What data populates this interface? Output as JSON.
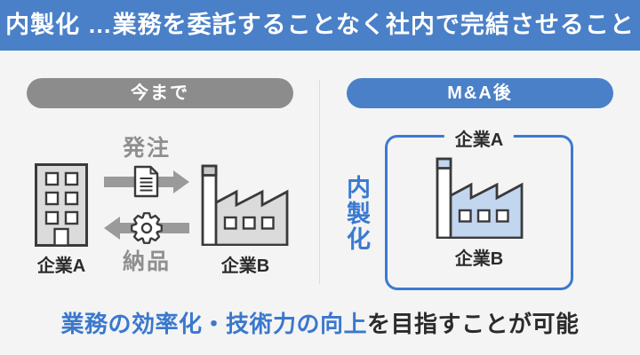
{
  "header": {
    "title": "内製化 …業務を委託することなく社内で完結させること"
  },
  "left_panel": {
    "pill_label": "今まで",
    "company_a_label": "企業A",
    "company_b_label": "企業B",
    "order_label": "発注",
    "delivery_label": "納品",
    "icons": [
      "office-building-icon",
      "order-arrow-right",
      "document-icon",
      "delivery-arrow-left",
      "gear-icon",
      "factory-icon"
    ]
  },
  "right_panel": {
    "pill_label": "M&A後",
    "vertical_label": "内製化",
    "box_top_label": "企業A",
    "box_bottom_label": "企業B",
    "icons": [
      "factory-icon"
    ]
  },
  "footer": {
    "highlight_text": "業務の効率化・技術力の向上",
    "normal_text": "を目指すことが可能"
  },
  "colors": {
    "header_bg": "#4a80c8",
    "accent_blue": "#3b7ad0",
    "highlight_text_blue": "#3a78cd",
    "pill_gray": "#8c8c8c",
    "factory_blue_fill": "#c3d6f0",
    "icon_gray_fill": "#dbdbdb",
    "icon_stroke": "#3a3a3a",
    "text_dark": "#2b2b2b",
    "text_gray": "#8f8f8f",
    "background": "#f4f4f5",
    "divider": "#dcdcdc"
  }
}
